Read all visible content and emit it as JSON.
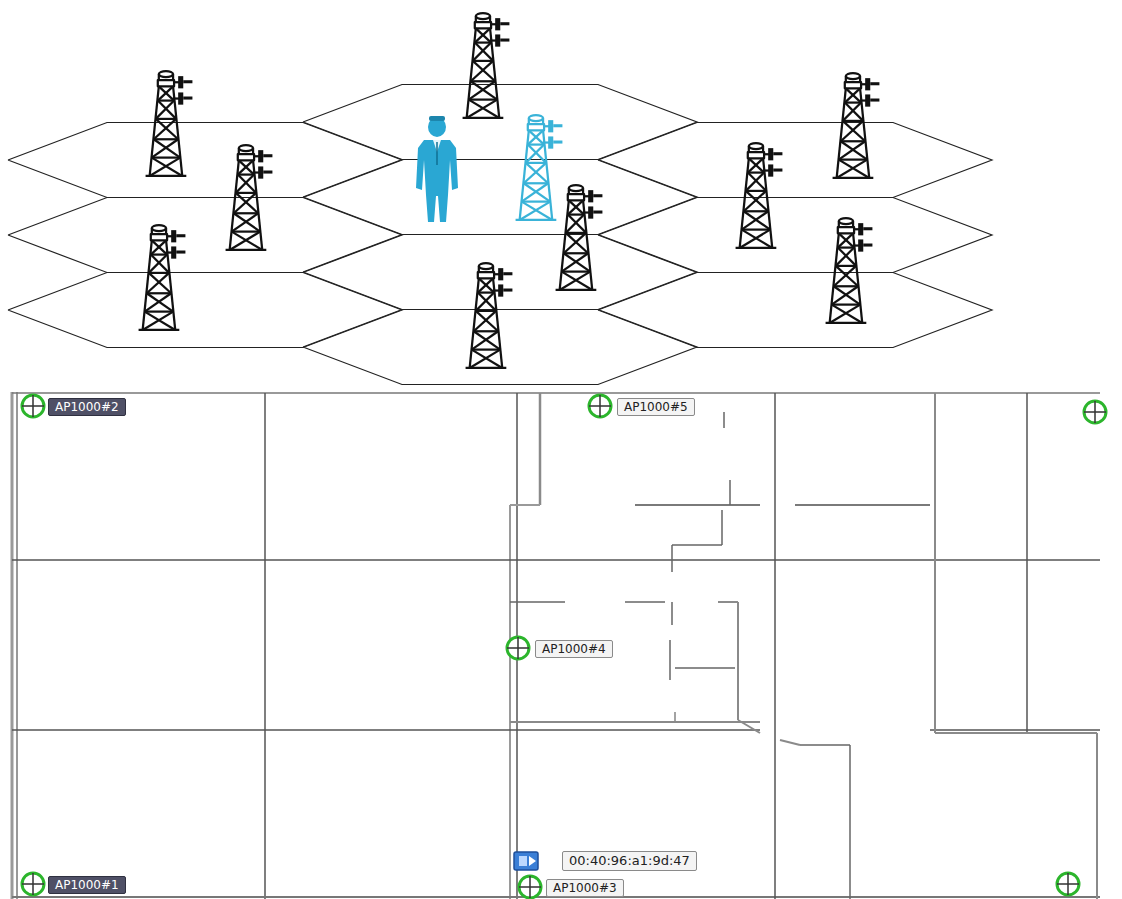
{
  "diagram": {
    "labels": [
      "AP1000#2",
      "AP1000#5",
      "AP1000#4",
      "00:40:96:a1:9d:47",
      "AP1000#1",
      "AP1000#3"
    ]
  }
}
